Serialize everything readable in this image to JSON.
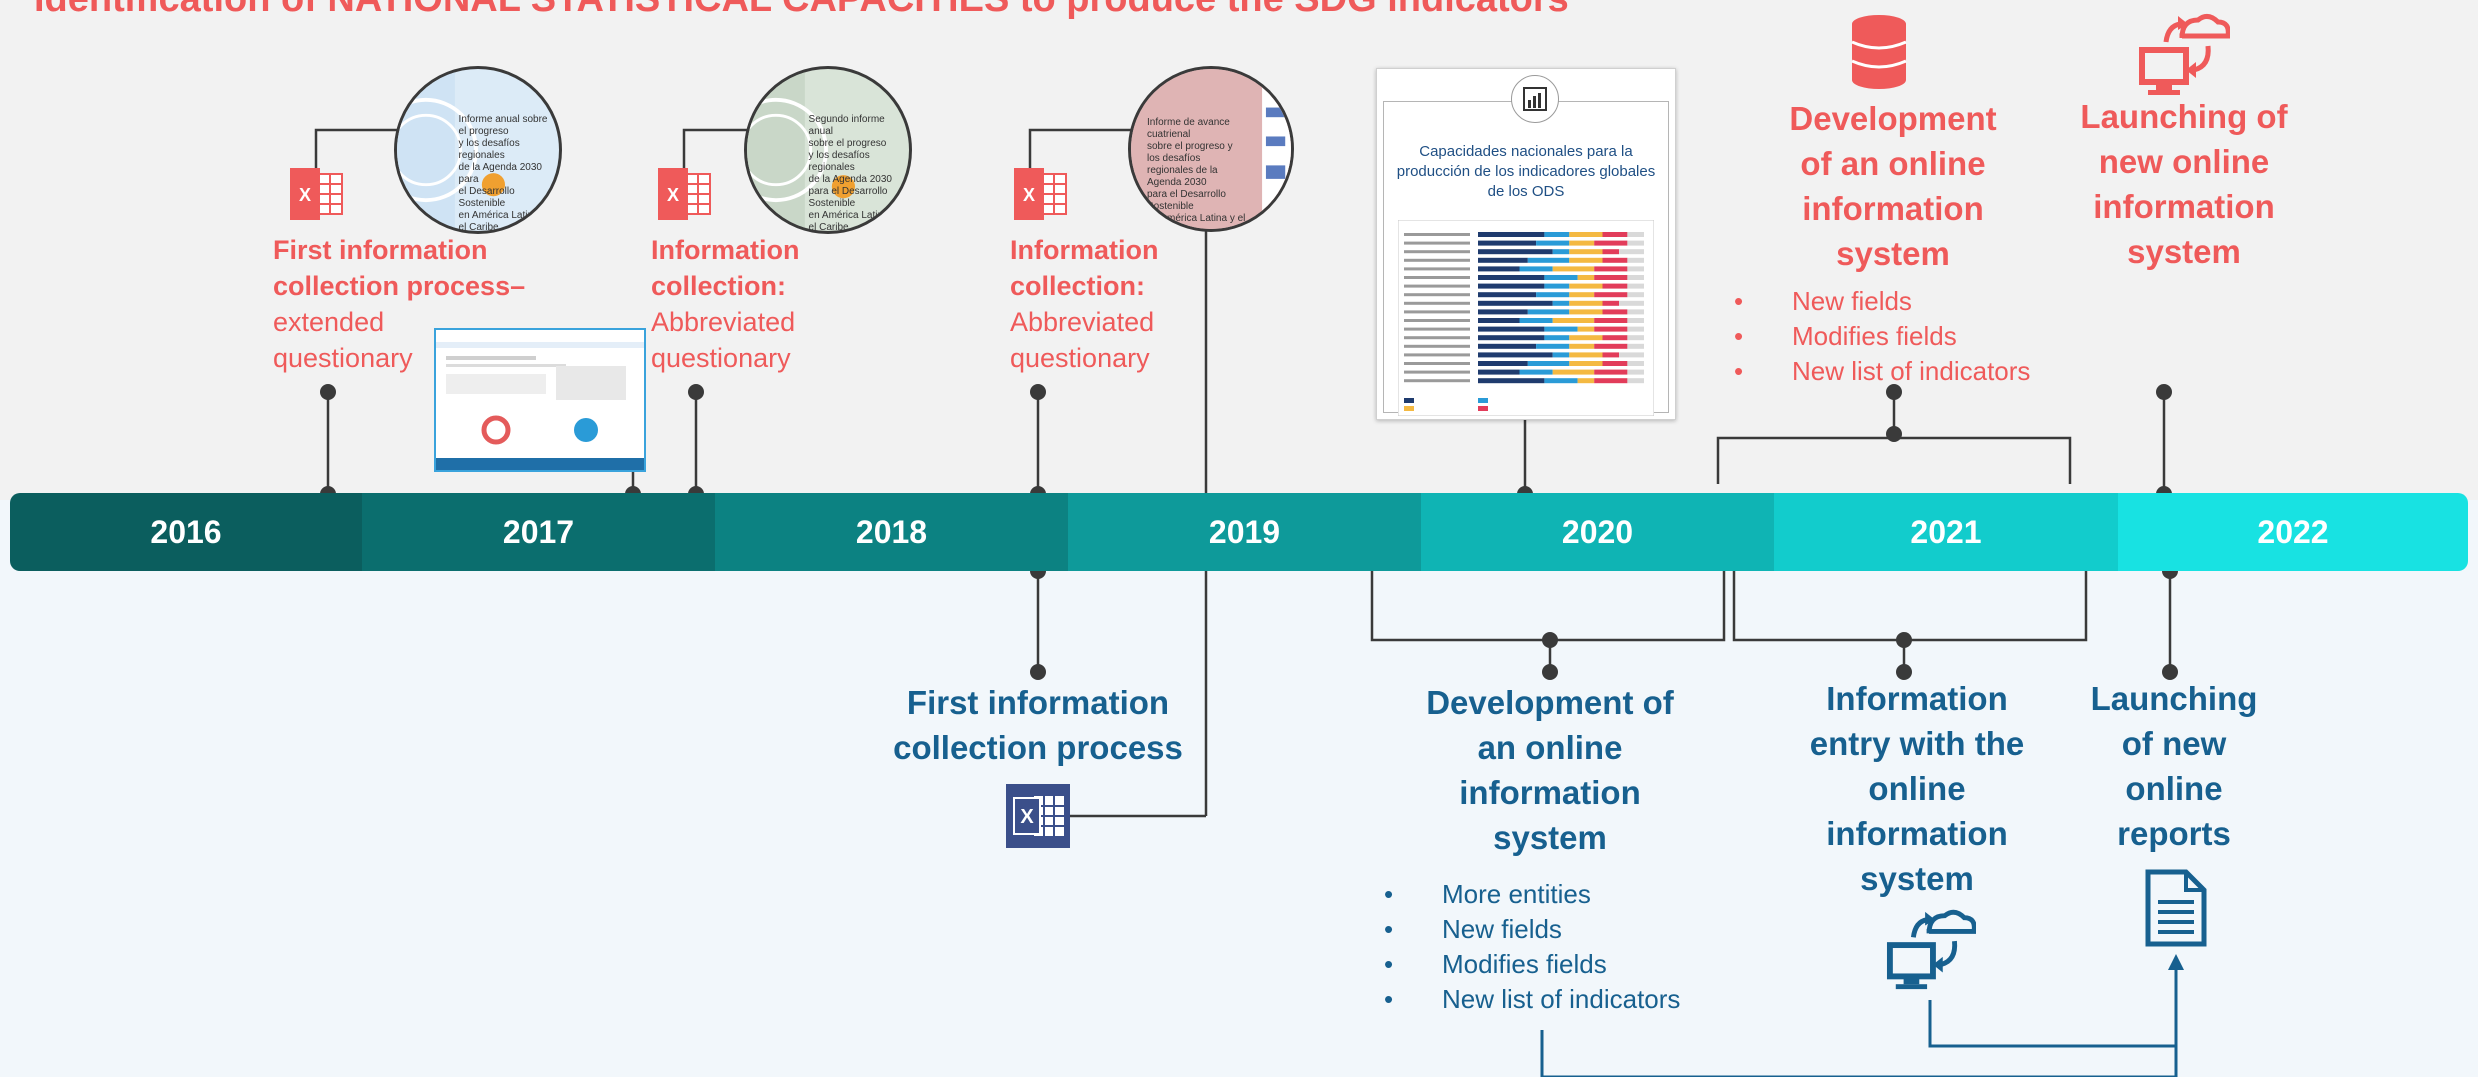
{
  "title": "Identification of NATIONAL STATISTICAL CAPACITIES to produce the SDG indicators",
  "years": [
    "2016",
    "2017",
    "2018",
    "2019",
    "2020",
    "2021",
    "2022"
  ],
  "colors": {
    "red": "#ef5a5a",
    "blue": "#17608f",
    "segments": [
      "#0b5e5e",
      "#0b6e6e",
      "#0c8282",
      "#0e9a9a",
      "#0fb4b4",
      "#12cccc",
      "#18e2e2"
    ]
  },
  "top": {
    "event_2016": {
      "bold": [
        "First information",
        "collection process–"
      ],
      "normal": [
        "extended",
        "questionary"
      ],
      "icon": "excel-icon"
    },
    "event_2017": {
      "bold": [
        "Information",
        "collection:"
      ],
      "normal": [
        "Abbreviated",
        "questionary"
      ],
      "icon": "excel-icon"
    },
    "event_2018": {
      "bold": [
        "Information",
        "collection:"
      ],
      "normal": [
        "Abbreviated",
        "questionary"
      ],
      "icon": "excel-icon"
    },
    "event_2021": {
      "heading": [
        "Development",
        "of an online",
        "information",
        "system"
      ],
      "bullets": [
        "New fields",
        "Modifies fields",
        "New list of indicators"
      ],
      "icon": "database-icon"
    },
    "event_2022": {
      "heading": [
        "Launching of",
        "new online",
        "information",
        "system"
      ],
      "icon": "computer-cloud-sync-icon"
    }
  },
  "bottom": {
    "event_2018": {
      "heading": [
        "First information",
        "collection process"
      ],
      "icon": "excel-icon"
    },
    "event_2020": {
      "heading": [
        "Development of",
        "an online",
        "information",
        "system"
      ],
      "bullets": [
        "More entities",
        "New fields",
        "Modifies fields",
        "New list of indicators"
      ]
    },
    "event_2021": {
      "heading": [
        "Information",
        "entry with the",
        "online",
        "information",
        "system"
      ],
      "icon": "computer-cloud-sync-icon"
    },
    "event_2022": {
      "heading": [
        "Launching",
        "of new",
        "online",
        "reports"
      ],
      "icon": "document-icon"
    }
  },
  "thumbnails": {
    "report_2016": [
      "Informe anual sobre el progreso",
      "y los desafíos regionales",
      "de la Agenda 2030 para",
      "el Desarrollo Sostenible",
      "en América Latina y el Caribe"
    ],
    "report_2017": [
      "Segundo informe anual",
      "sobre el progreso",
      "y los desafíos regionales",
      "de la Agenda 2030",
      "para el Desarrollo Sostenible",
      "en América Latina y el Caribe"
    ],
    "report_2019": [
      "Informe de avance cuatrienal",
      "sobre el progreso y los desafíos",
      "regionales de la Agenda 2030",
      "para el Desarrollo Sostenible",
      "en América Latina y el Caribe"
    ],
    "capacities_report": [
      "Capacidades nacionales para la",
      "producción de los indicadores globales",
      "de los ODS"
    ]
  }
}
